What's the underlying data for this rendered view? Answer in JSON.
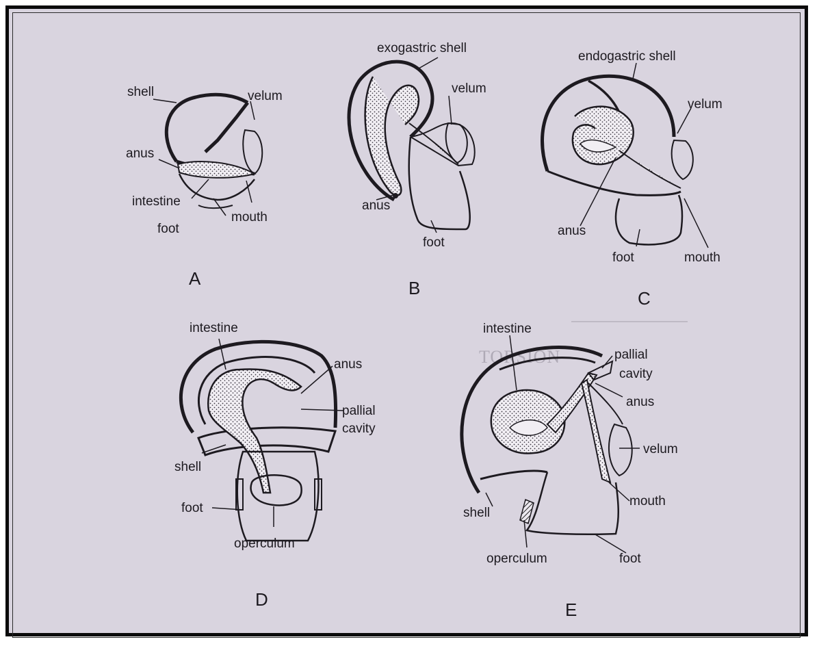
{
  "figure": {
    "A": {
      "letter": "A",
      "labels": {
        "shell": "shell",
        "velum": "velum",
        "anus": "anus",
        "intestine": "intestine",
        "mouth": "mouth",
        "foot": "foot"
      }
    },
    "B": {
      "letter": "B",
      "labels": {
        "title": "exogastric shell",
        "velum": "velum",
        "anus": "anus",
        "foot": "foot"
      }
    },
    "C": {
      "letter": "C",
      "labels": {
        "title": "endogastric shell",
        "velum": "velum",
        "anus": "anus",
        "foot": "foot",
        "mouth": "mouth"
      }
    },
    "D": {
      "letter": "D",
      "labels": {
        "intestine": "intestine",
        "anus": "anus",
        "pallial": "pallial",
        "cavity": "cavity",
        "shell": "shell",
        "foot": "foot",
        "operculum": "operculum"
      }
    },
    "E": {
      "letter": "E",
      "labels": {
        "intestine": "intestine",
        "pallial": "pallial",
        "cavity": "cavity",
        "anus": "anus",
        "velum": "velum",
        "mouth": "mouth",
        "shell": "shell",
        "operculum": "operculum",
        "foot": "foot"
      }
    }
  },
  "background_text": {
    "heading": "TORSION"
  },
  "colors": {
    "ink": "#1d1a20",
    "page": "#d9d4df",
    "frame": "#0b0b0b"
  }
}
